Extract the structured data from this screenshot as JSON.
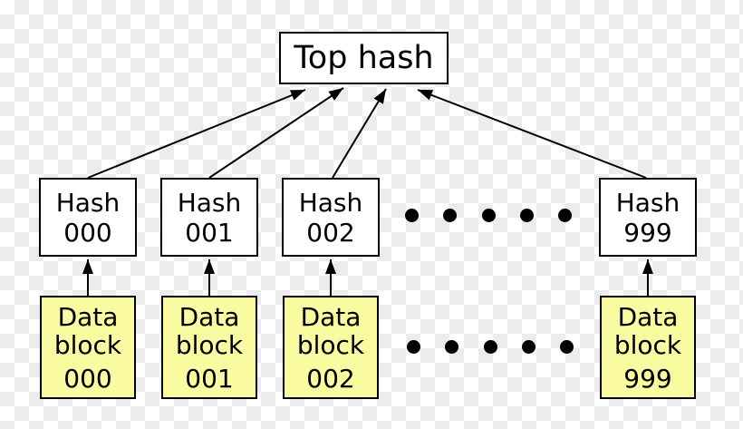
{
  "diagram": {
    "type": "hash-list-tree",
    "background": "transparent-checkerboard",
    "root": {
      "label": "Top hash"
    },
    "hash_nodes": [
      {
        "line1": "Hash",
        "line2": "000"
      },
      {
        "line1": "Hash",
        "line2": "001"
      },
      {
        "line1": "Hash",
        "line2": "002"
      },
      {
        "line1": "Hash",
        "line2": "999"
      }
    ],
    "data_blocks": [
      {
        "line1": "Data",
        "line2": "block",
        "line3": "000"
      },
      {
        "line1": "Data",
        "line2": "block",
        "line3": "001"
      },
      {
        "line1": "Data",
        "line2": "block",
        "line3": "002"
      },
      {
        "line1": "Data",
        "line2": "block",
        "line3": "999"
      }
    ],
    "ellipsis": {
      "rows": 2,
      "dots_per_row": 5
    },
    "edges": [
      {
        "from": "Data block 000",
        "to": "Hash 000"
      },
      {
        "from": "Data block 001",
        "to": "Hash 001"
      },
      {
        "from": "Data block 002",
        "to": "Hash 002"
      },
      {
        "from": "Data block 999",
        "to": "Hash 999"
      },
      {
        "from": "Hash 000",
        "to": "Top hash"
      },
      {
        "from": "Hash 001",
        "to": "Top hash"
      },
      {
        "from": "Hash 002",
        "to": "Top hash"
      },
      {
        "from": "Hash 999",
        "to": "Top hash"
      }
    ],
    "colors": {
      "hash_fill": "#ffffff",
      "data_fill": "#fafaa0",
      "stroke": "#000000",
      "checker_light": "#ffffff",
      "checker_dark": "#ececec"
    }
  }
}
